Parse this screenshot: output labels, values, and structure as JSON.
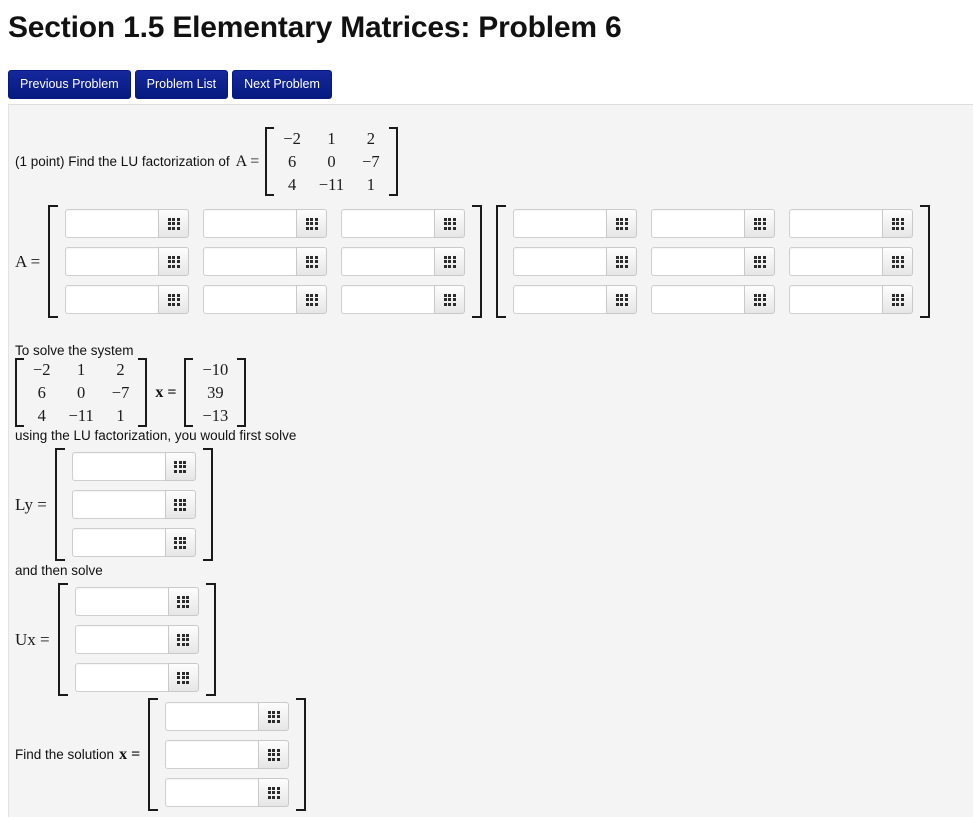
{
  "header": {
    "title": "Section 1.5 Elementary Matrices: Problem 6"
  },
  "nav": {
    "buttons": [
      {
        "label": "Previous Problem",
        "name": "previous-problem-button"
      },
      {
        "label": "Problem List",
        "name": "problem-list-button"
      },
      {
        "label": "Next Problem",
        "name": "next-problem-button"
      }
    ],
    "color": "#0b1f8f"
  },
  "problem": {
    "points_text": "(1 point) Find the LU factorization of",
    "matrix_A_symbol": "A =",
    "matrix_A": [
      [
        "−2",
        "1",
        "2"
      ],
      [
        "6",
        "0",
        "−7"
      ],
      [
        "4",
        "−11",
        "1"
      ]
    ],
    "factorization_label": "A =",
    "solve_intro": "To solve the system",
    "system_matrix": [
      [
        "−2",
        "1",
        "2"
      ],
      [
        "6",
        "0",
        "−7"
      ],
      [
        "4",
        "−11",
        "1"
      ]
    ],
    "system_x_equals": "x =",
    "system_rhs": [
      "−10",
      "39",
      "−13"
    ],
    "first_solve_text": "using the LU factorization, you would first solve",
    "ly_label": "Ly =",
    "and_then_text": "and then solve",
    "ux_label": "Ux =",
    "find_solution_label": "Find the solution",
    "find_solution_symbol": "x ="
  },
  "inputs": {
    "value": "",
    "placeholder": "",
    "grid_icon": "matrix-grid-icon"
  }
}
